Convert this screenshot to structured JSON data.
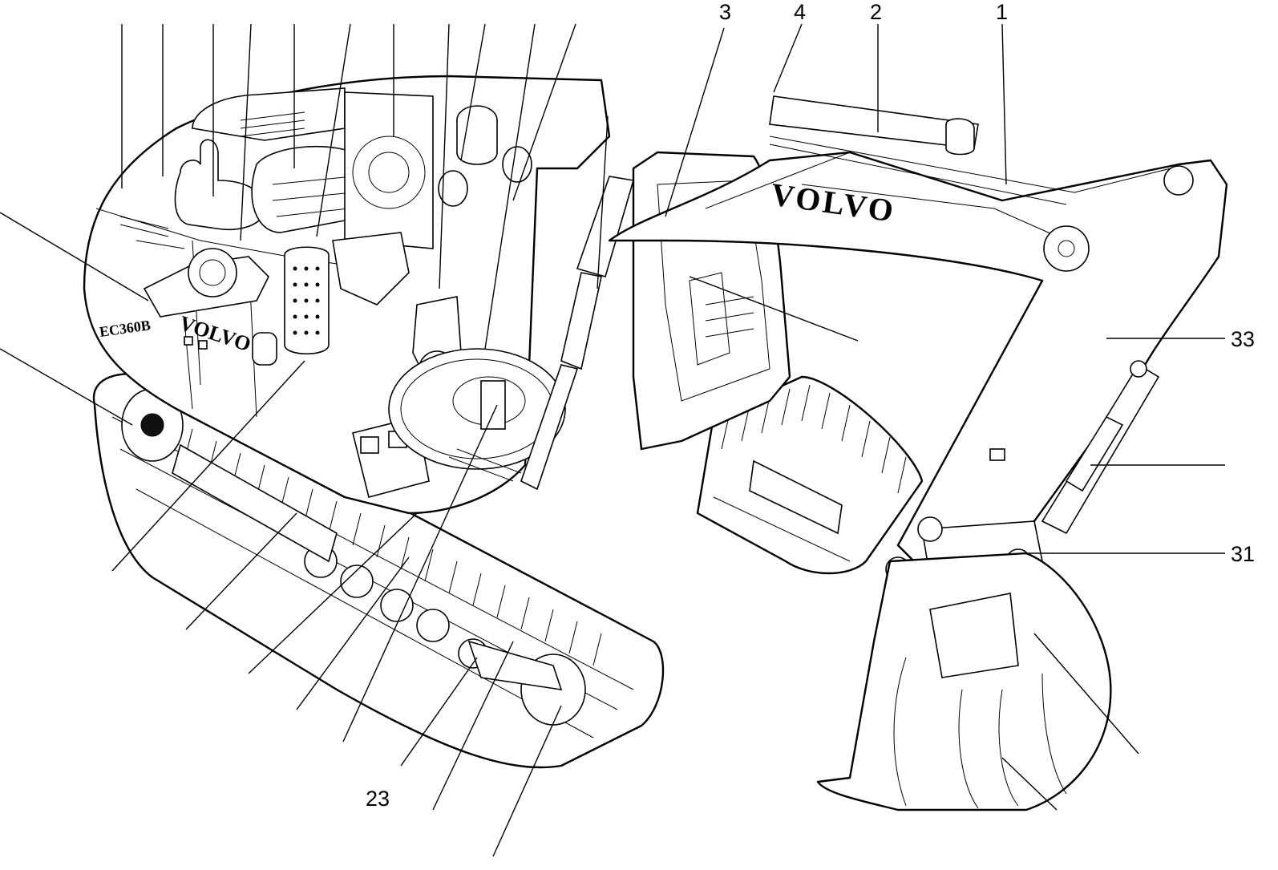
{
  "labels": {
    "n3": "3",
    "n4": "4",
    "n2": "2",
    "n1": "1",
    "n33": "33",
    "n31": "31",
    "n23": "23"
  },
  "branding": {
    "boom_text": "VOLVO",
    "side_text": "VOLVO",
    "model": "EC360B"
  }
}
